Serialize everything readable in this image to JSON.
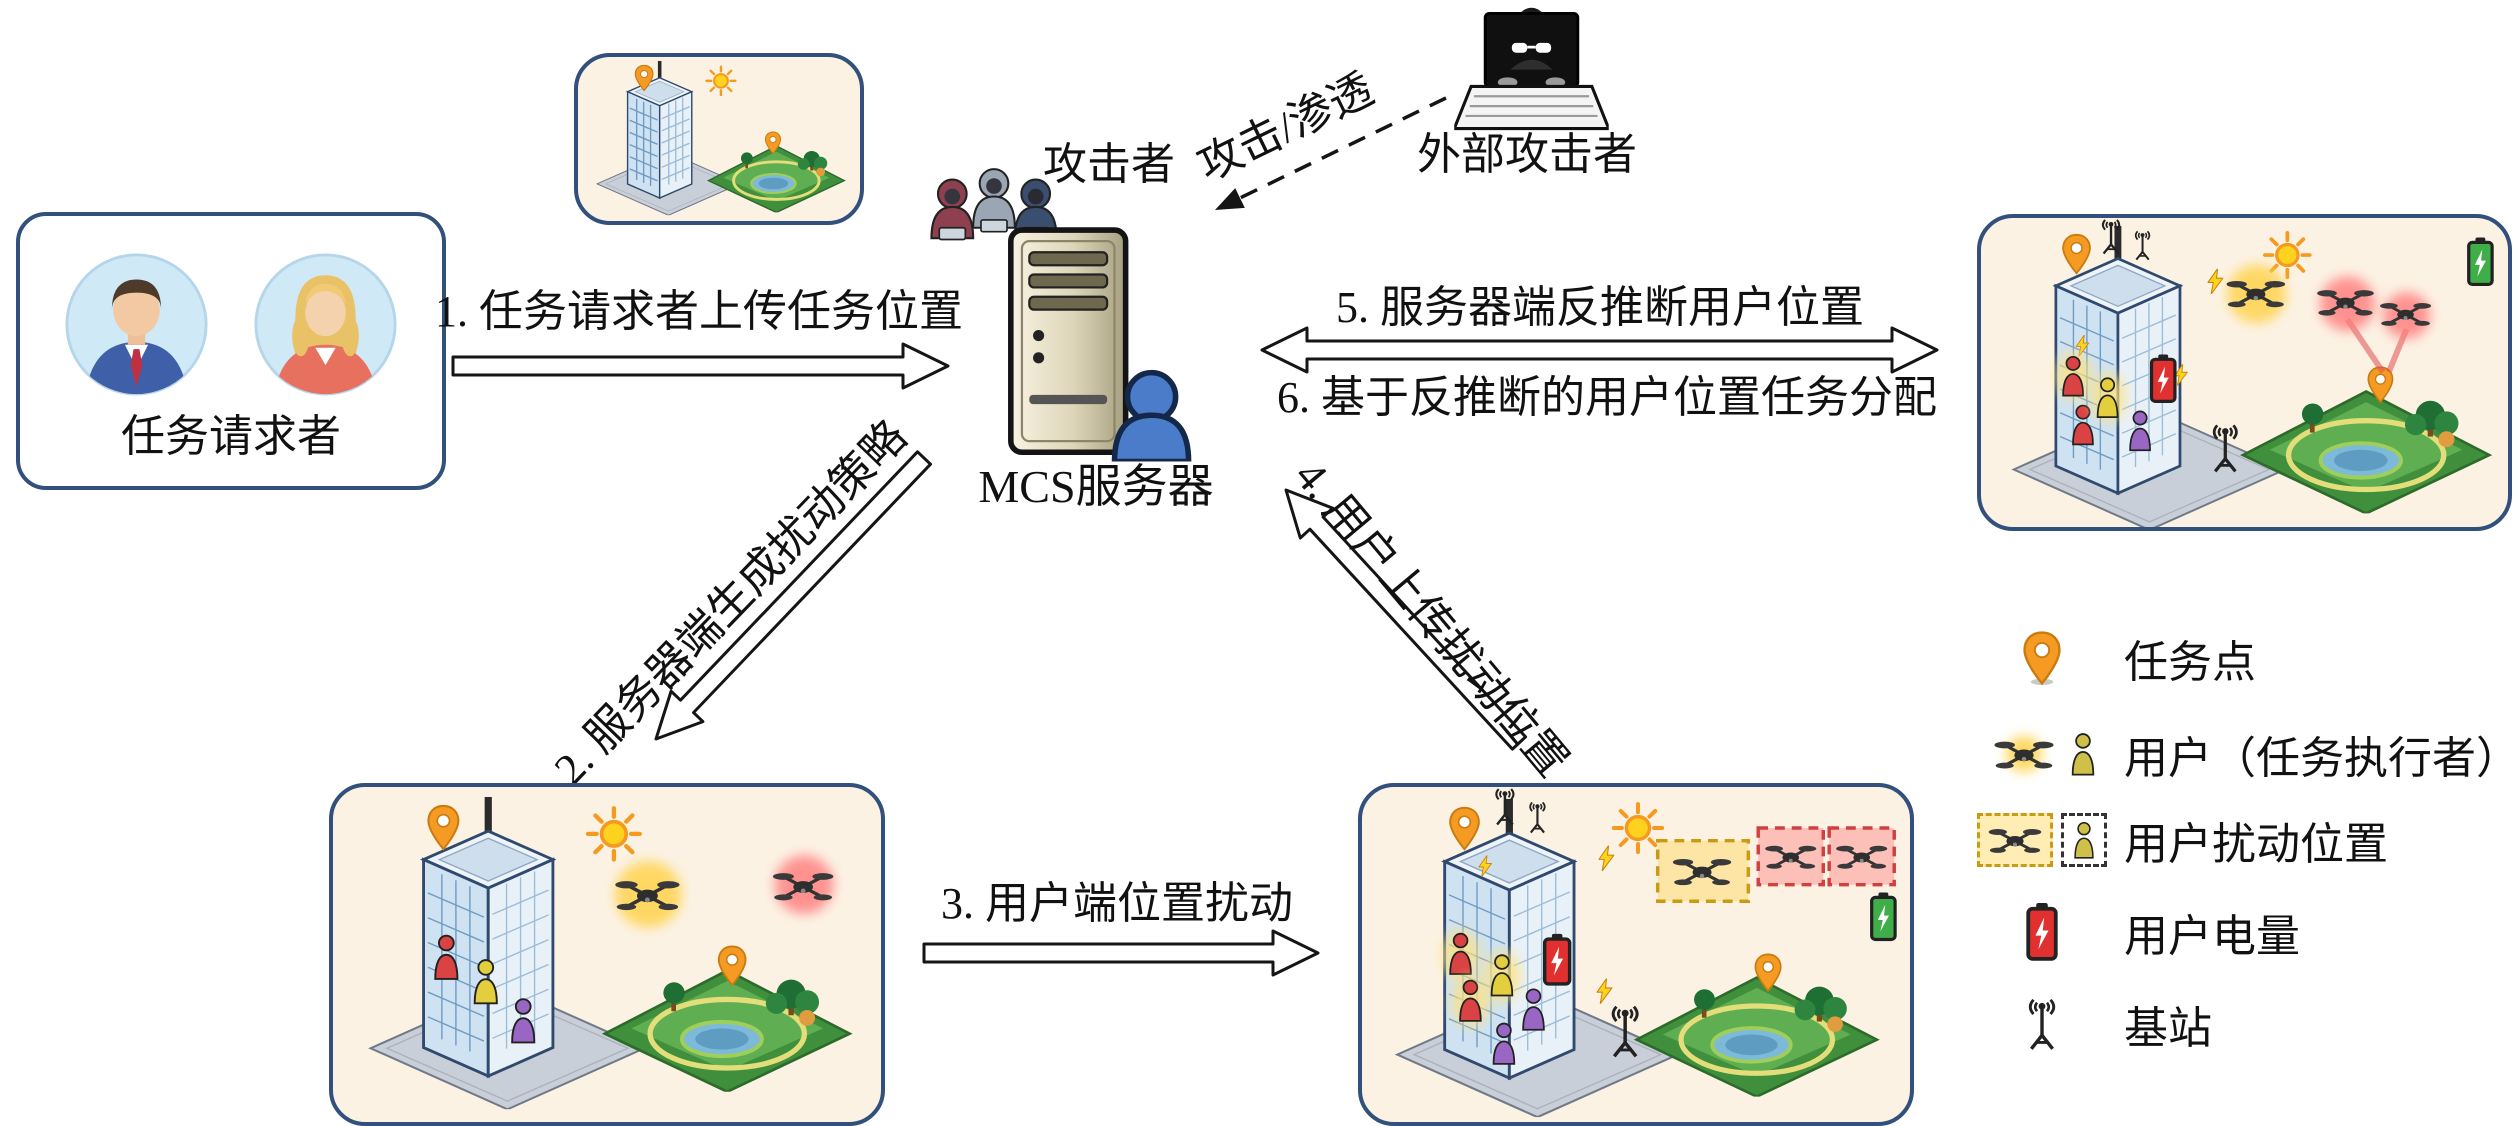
{
  "figure": {
    "requester_label": "任务请求者",
    "attacker_label": "攻击者",
    "server_label": "MCS服务器",
    "external_attacker_label": "外部攻击者",
    "attack_arrow_label": "攻击/渗透",
    "flow1": "1. 任务请求者上传任务位置",
    "flow2": "2. 服务器端生成扰动策略",
    "flow3": "3. 用户端位置扰动",
    "flow4": "4. 用户上传扰动位置",
    "flow5": "5. 服务器端反推断用户位置",
    "flow6": "6. 基于反推断的用户位置任务分配"
  },
  "legend": {
    "items": [
      {
        "icon": "task-pin-icon",
        "label": "任务点"
      },
      {
        "icon": "drone-user-icon",
        "label": "用户（任务执行者）"
      },
      {
        "icon": "perturbed-position-icon",
        "label": "用户扰动位置"
      },
      {
        "icon": "battery-icon",
        "label": "用户电量"
      },
      {
        "icon": "base-station-icon",
        "label": "基站"
      }
    ]
  },
  "colors": {
    "scene_bg": "#fcf2e4",
    "scene_border": "#31507c",
    "accent_orange": "#f59a23",
    "battery_red": "#e03030",
    "battery_green": "#3fae49",
    "glow_yellow": "#ffd34d",
    "glow_red": "#ff7a7a"
  }
}
